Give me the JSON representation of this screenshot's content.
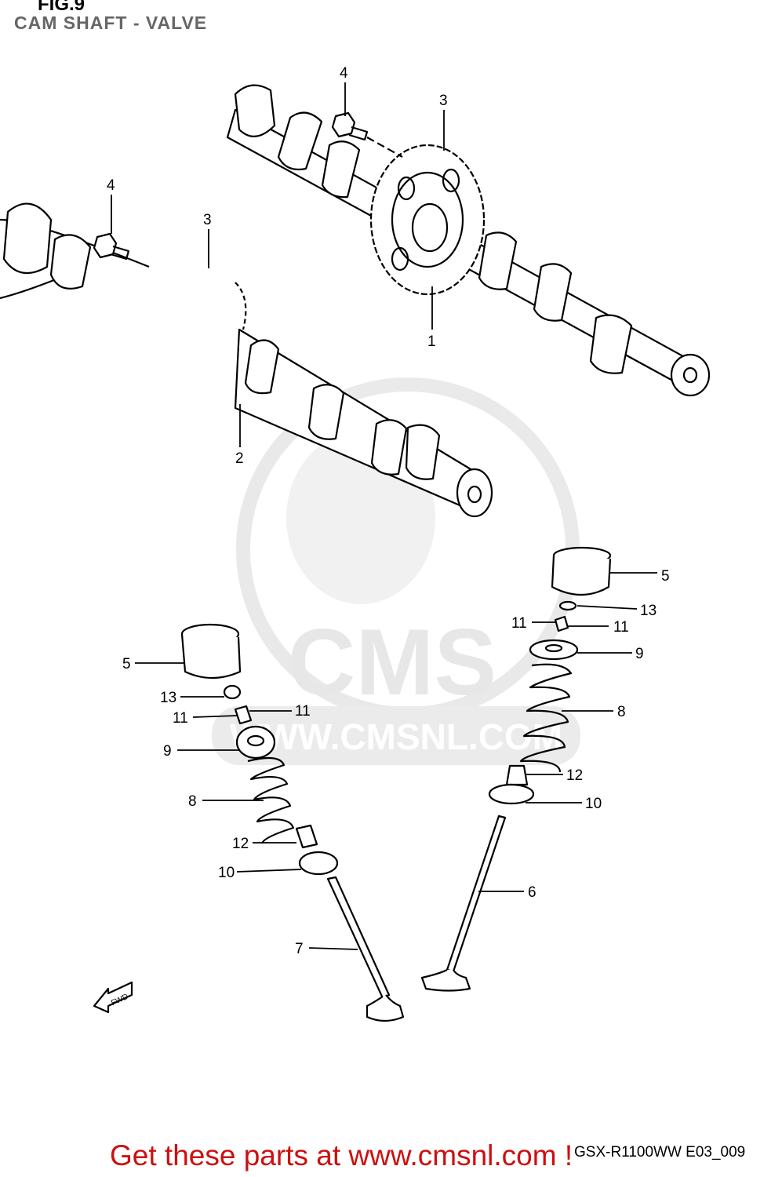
{
  "header": {
    "figure": "FIG.9",
    "title": "CAM SHAFT - VALVE"
  },
  "callouts": {
    "c1": "1",
    "c2": "2",
    "c3a": "3",
    "c3b": "3",
    "c4a": "4",
    "c4b": "4",
    "c5l": "5",
    "c5r": "5",
    "c6": "6",
    "c7": "7",
    "c8l": "8",
    "c8r": "8",
    "c9l": "9",
    "c9r": "9",
    "c10l": "10",
    "c10r": "10",
    "c11la": "11",
    "c11lb": "11",
    "c11ra": "11",
    "c11rb": "11",
    "c12l": "12",
    "c12r": "12",
    "c13l": "13",
    "c13r": "13"
  },
  "fwd_label": "FWD",
  "watermark": {
    "brand": "CMS",
    "url": "WWW.CMSNL.COM"
  },
  "diagram_code": "GSX-R1100WW  E03_009",
  "footer_link": "Get these parts at www.cmsnl.com !",
  "colors": {
    "line": "#000000",
    "watermark": "#d8d8d8",
    "footer": "#cc1010"
  }
}
